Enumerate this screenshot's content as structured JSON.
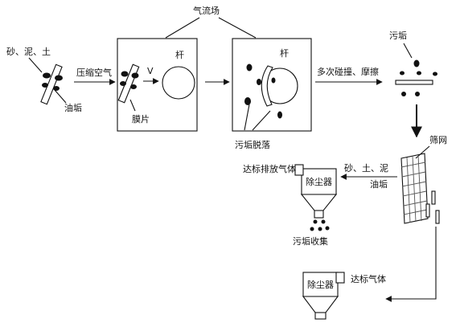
{
  "labels": {
    "airflow_field": "气流场",
    "sand_mud_soil": "砂、泥、土",
    "oil_dirt": "油垢",
    "compressed_air": "压缩空气",
    "velocity": "V",
    "rod_1": "杆",
    "membrane": "膜片",
    "rod_2": "杆",
    "dirt_detach": "污垢脱落",
    "collision_friction": "多次碰撞、摩擦",
    "dirt": "污垢",
    "screen": "筛网",
    "sand_soil_mud": "砂、土、泥",
    "oil_dirt_2": "油垢",
    "dust_collector_1": "除尘器",
    "discharge_gas": "达标排放气体",
    "dirt_collection": "污垢收集",
    "dust_collector_2": "除尘器",
    "compliant_gas": "达标气体"
  }
}
